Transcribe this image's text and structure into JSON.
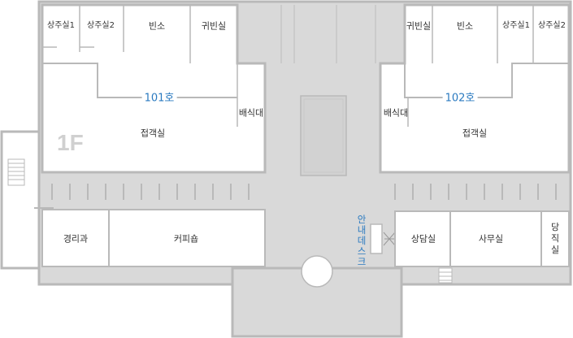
{
  "floor_label": "1F",
  "rooms": {
    "lounge_a1": "상주실1",
    "lounge_a2": "상주실2",
    "mortuary_a": "빈소",
    "vip_a": "귀빈실",
    "unit_101": "101호",
    "pantry_a": "배식대",
    "reception_a": "접객실",
    "vip_b": "귀빈실",
    "mortuary_b": "빈소",
    "lounge_b1": "상주실1",
    "lounge_b2": "상주실2",
    "unit_102": "102호",
    "pantry_b": "배식대",
    "reception_b": "접객실",
    "guard": "경리과",
    "coffee": "커피숍",
    "info_desk": "안내데스크",
    "consult": "상담실",
    "office": "사무실",
    "duty": "당직실"
  },
  "colors": {
    "wall": "#b9b9b9",
    "corridor": "#d9d9d9",
    "room": "#ffffff",
    "accent_text": "#2a7ac0"
  }
}
